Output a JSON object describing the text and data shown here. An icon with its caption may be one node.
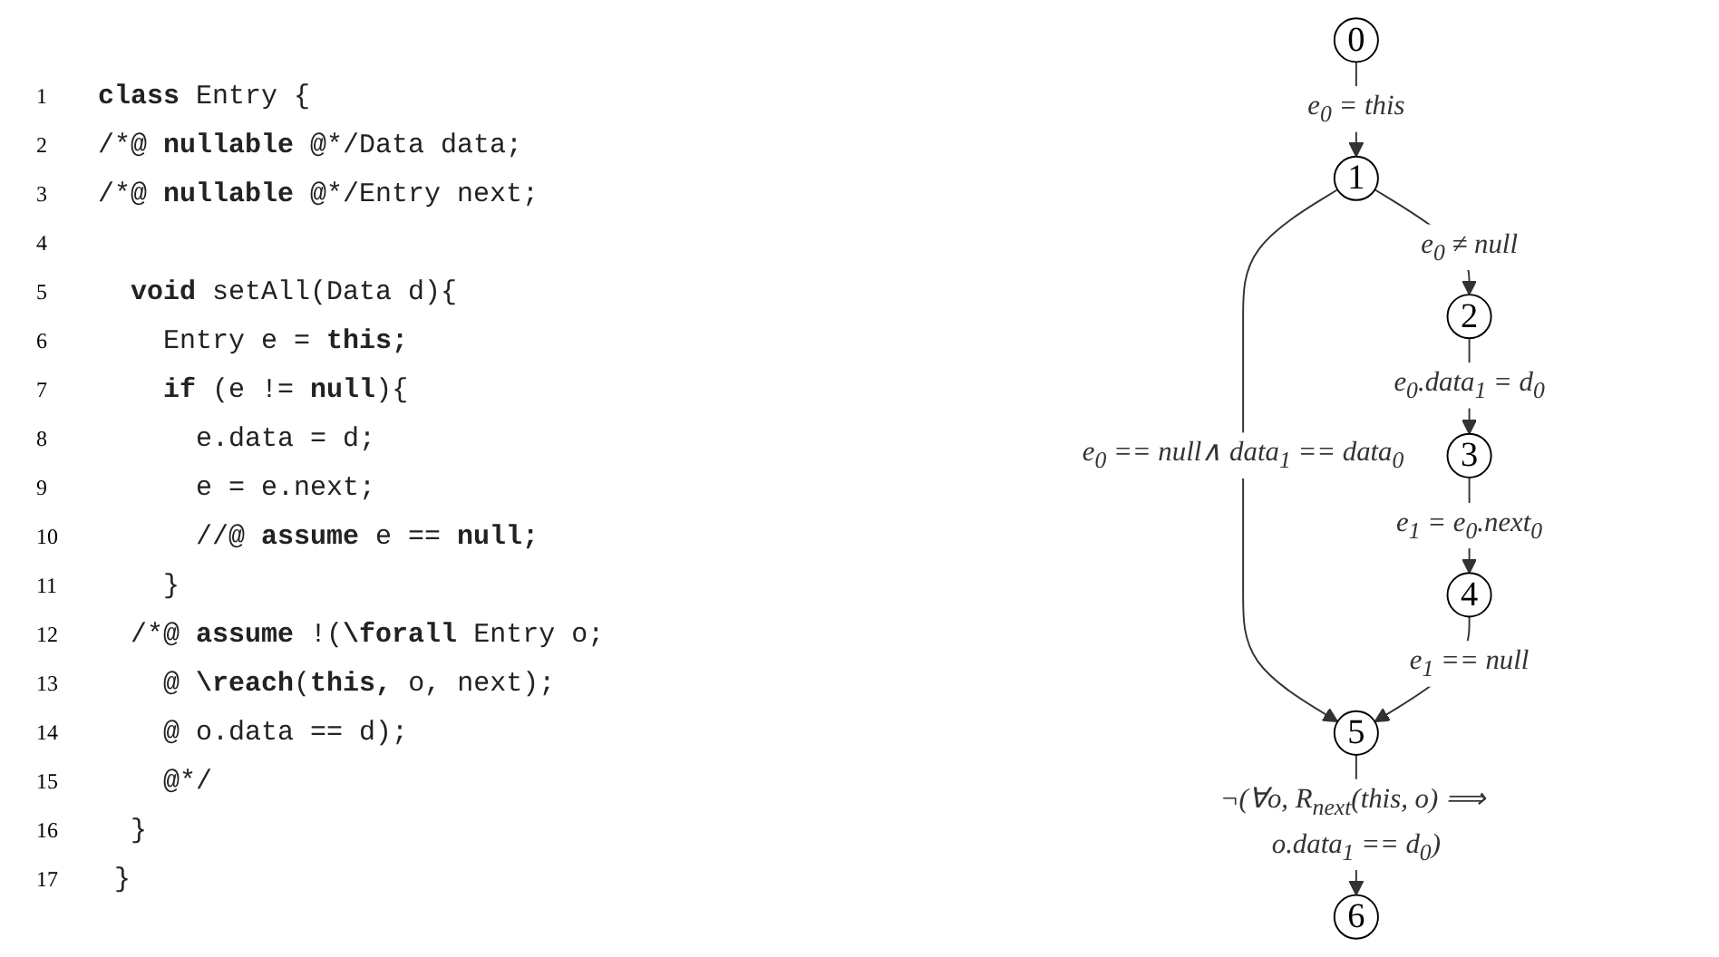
{
  "diagram": {
    "nodes": [
      {
        "text": [
          "0"
        ]
      },
      {
        "text": [
          "1"
        ]
      },
      {
        "text": [
          "2"
        ]
      },
      {
        "text": [
          "3"
        ]
      },
      {
        "text": [
          "4"
        ]
      },
      {
        "text": [
          "5"
        ]
      },
      {
        "text": [
          "6"
        ]
      }
    ],
    "edges": [
      {
        "from": 0,
        "to": 1,
        "arrow": "to",
        "label": "e$_{0}$ = this"
      },
      {
        "from": 1,
        "to": 2,
        "arrow": "to",
        "label": "e$_{0}$ ≠ null"
      },
      {
        "from": 1,
        "to": 5,
        "arrow": "to",
        "label": "e$_{0}$ == null∧ data$_{1}$ == data$_{0}$"
      },
      {
        "from": 2,
        "to": 3,
        "arrow": "to",
        "label": "e$_{0}$.data$_{1}$ = d$_{0}$"
      },
      {
        "from": 3,
        "to": 4,
        "arrow": "to",
        "label": "e$_{1}$ = e$_{0}$.next$_{0}$"
      },
      {
        "from": 4,
        "to": 5,
        "arrow": "to",
        "label": "e$_{1}$ == null"
      },
      {
        "from": 5,
        "to": 6,
        "arrow": "to",
        "label": "¬(∀o, R$_{next}$(this, o) ⟹ o.data$_{1}$ == d$_{0}$)"
      }
    ],
    "labels": [
      "1",
      "**class** Entry {",
      "2",
      "/*@ **nullable** @*/Data data;",
      "3",
      "/*@ **nullable** @*/Entry next;",
      "4",
      "5",
      "  **void** setAll(Data d){",
      "6",
      "    Entry e = **this;**",
      "7",
      "    **if** (e != **null**){",
      "8",
      "      e.data = d;",
      "9",
      "      e = e.next;",
      "10",
      "      //@ **assume** e == **null;**",
      "11",
      "    }",
      "12",
      "  /*@ **assume** !(**\\forall** Entry o;",
      "13",
      "    @ **\\reach**(**this,** o, next);",
      "14",
      "    @ o.data == d);",
      "15",
      "    @*/",
      "16",
      "  }",
      "17",
      " }"
    ]
  }
}
